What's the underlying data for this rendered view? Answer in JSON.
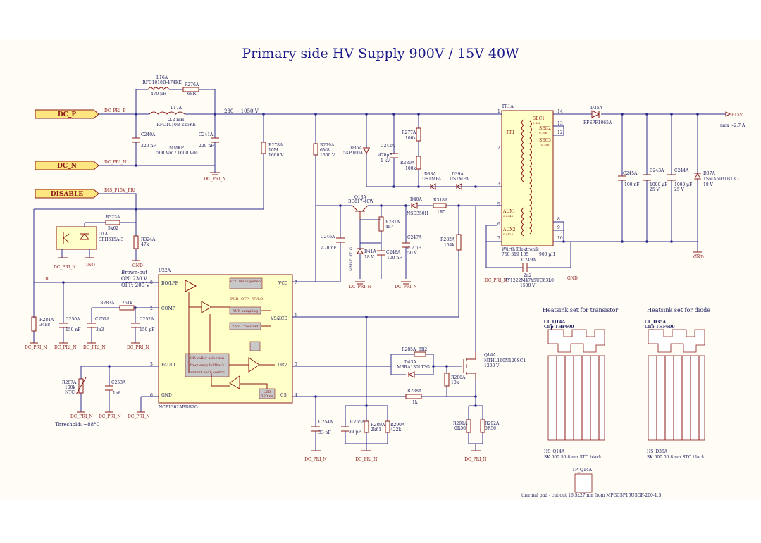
{
  "title": "Primary side HV Supply 900V / 15V 40W",
  "ports": {
    "dc_p": "DC_P",
    "dc_n": "DC_N",
    "disable": "DISABLE",
    "p15v": "P15V",
    "max_current": "max ~2.7 A"
  },
  "nets": {
    "dc_pri_p": "DC_PRI_P",
    "dc_pri_n": "DC_PRI_N",
    "dis_p15v_pri": "DIS_P15V_PRI",
    "gnd": "GND",
    "hv_range": "230 ~ 1050 V",
    "bo": "BO"
  },
  "components": {
    "l16a": {
      "ref": "L16A",
      "part": "RFC1010B-474KE",
      "val": "470 µH"
    },
    "r276a": {
      "ref": "R276A",
      "val": "68R"
    },
    "l17a": {
      "ref": "L17A",
      "val": "2.2 mH",
      "part": "RFC1010B-225KE"
    },
    "c240a": {
      "ref": "C240A",
      "val": "220 nF"
    },
    "c241a": {
      "ref": "C241A",
      "val": "220 nF"
    },
    "mmkp": {
      "line1": "MMKP",
      "line2": "500 Vac / 1600 Vdc"
    },
    "r278a": {
      "ref": "R278A",
      "val1": "10M",
      "val2": "1600 V"
    },
    "r279a": {
      "ref": "R279A",
      "val1": "6M8",
      "val2": "1600 V"
    },
    "d36a": {
      "ref": "D36A",
      "part": "5KP160A"
    },
    "c242a": {
      "ref": "C242A",
      "val1": "470pF",
      "val2": "1 kV"
    },
    "r277a": {
      "ref": "R277A",
      "val": "100k"
    },
    "r280a": {
      "ref": "R280A",
      "val": "100k"
    },
    "d38a": {
      "ref": "D38A",
      "part": "US1MFA"
    },
    "d39a": {
      "ref": "D39A",
      "part": "US1MFA"
    },
    "tr1a": {
      "ref": "TR1A",
      "pri": "PRI",
      "sec1": "SEC1",
      "sec2": "SEC2",
      "sec3": "SEC3",
      "aux1": "AUX1",
      "aux2": "AUX2",
      "vendor": "Würth Elektronik",
      "pn": "750 319 105",
      "ind": "900 µH",
      "n1": "0.166",
      "n2": "0.166",
      "n3": "0.166",
      "na1": "0.2646",
      "na2": "0.0123"
    },
    "d35a": {
      "ref": "D35A",
      "part": "FFSPF1065A"
    },
    "c245a": {
      "ref": "C245A",
      "val": "100 nF"
    },
    "c243a": {
      "ref": "C243A",
      "val1": "1000 µF",
      "val2": "25 V"
    },
    "c244a": {
      "ref": "C244A",
      "val1": "1000 µF",
      "val2": "25 V"
    },
    "d37a": {
      "ref": "D37A",
      "part": "1SMA5931BT3G",
      "val": "18 V"
    },
    "q13a": {
      "ref": "Q13A",
      "part": "BC817-40W"
    },
    "d40a": {
      "ref": "D40A",
      "part": "NSD350H"
    },
    "r318a": {
      "ref": "R318A",
      "val": "1R5"
    },
    "r281a": {
      "ref": "R281A",
      "val": "4k7"
    },
    "c246a": {
      "ref": "C246A",
      "val": "470 nF"
    },
    "d41a": {
      "ref": "D41A",
      "val": "18 V",
      "part": "MMSZ18T1G"
    },
    "c248a": {
      "ref": "C248A",
      "val": "100 nF"
    },
    "c247a": {
      "ref": "C247A",
      "val1": "4.7 µF",
      "val2": "50 V"
    },
    "r282a": {
      "ref": "R282A",
      "val": "154k"
    },
    "c249a": {
      "ref": "C249A",
      "val": "2n2",
      "part": "AY1222M47Y5UC63L0",
      "volt": "1500 V"
    },
    "r323a": {
      "ref": "R323A",
      "val": "5k62"
    },
    "o1a": {
      "ref": "O1A",
      "part": "SFH615A-3"
    },
    "r324a": {
      "ref": "R324A",
      "val": "47k"
    },
    "u22a": {
      "ref": "U22A",
      "part": "NCP1362ABDR2G",
      "bo": "BO/LFF",
      "vcc": "VCC",
      "comp": "COMP",
      "vszcd": "VS/ZCD",
      "fault": "FAULT",
      "drv": "DRV",
      "gnd": "GND",
      "cs": "CS",
      "vccm": "VCC management",
      "aux": "AUX sampling",
      "zcd": "Zero Cross det",
      "qr1": "QR valley selection",
      "qr2": "frequency foldback",
      "qr3": "current peak control",
      "leb": "LEB",
      "leb_t": "320 ns",
      "pwr": "POR",
      "otp": "OTP",
      "uvlo": "UVLO"
    },
    "brownout": {
      "l1": "Brown-out",
      "l2": "ON: 230 V",
      "l3": "OFF: 200 V"
    },
    "r283a": {
      "ref": "R283A",
      "val": "261k"
    },
    "c251a": {
      "ref": "C251A",
      "val": "3n3"
    },
    "c252a": {
      "ref": "C252A",
      "val": "150 pF"
    },
    "r284a": {
      "ref": "R284A",
      "val": "34k8"
    },
    "c250a": {
      "ref": "C250A",
      "val": "150 nF"
    },
    "r287a": {
      "ref": "R287A",
      "val": "100k",
      "type": "NTC",
      "threshold": "Threshold: ~88°C"
    },
    "c253a": {
      "ref": "C253A",
      "val": "1n8"
    },
    "r285a": {
      "ref": "R285A",
      "val": "8R2"
    },
    "d43a": {
      "ref": "D43A",
      "part": "MBRA130LT3G"
    },
    "q14a": {
      "ref": "Q14A",
      "part": "NTHL160N120SC1",
      "volt": "1200 V"
    },
    "r286a": {
      "ref": "R286A",
      "val": "10k"
    },
    "r288a": {
      "ref": "R288A",
      "val": "1k"
    },
    "c254a": {
      "ref": "C254A",
      "val": "33 pF"
    },
    "c255a": {
      "ref": "C255A",
      "val": "33 pF"
    },
    "r289a": {
      "ref": "R289A",
      "val": "2k61"
    },
    "r290a": {
      "ref": "R290A",
      "val": "422k"
    },
    "r291a": {
      "ref": "R291A",
      "val": "0R56"
    },
    "r292a": {
      "ref": "R292A",
      "val": "0R56"
    }
  },
  "heatsinks": {
    "t_title": "Heatsink set for transistor",
    "d_title": "Heatsink set for diode",
    "clip_q_ref": "CL_Q14A",
    "clip_q_part": "Clip THF600",
    "clip_d_ref": "CL_D35A",
    "clip_d_part": "Clip THF600",
    "hs_q_ref": "HS_Q14A",
    "hs_q_part": "SK 600 50.8mm STC black",
    "hs_d_ref": "HS_D35A",
    "hs_d_part": "SK 600 50.8mm STC black",
    "tp_ref": "TP_Q14A",
    "tp_note": "thermal pad - cut out 16.5x27mm from MPGCSP15USGF-200-1.5"
  }
}
